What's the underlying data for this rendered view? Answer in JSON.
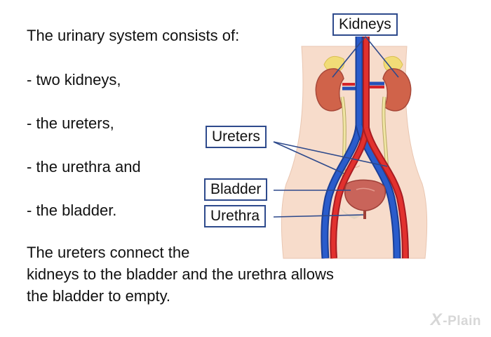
{
  "intro": "The urinary system consists of:",
  "items": [
    "- two kidneys,",
    "- the ureters,",
    "- the urethra and",
    "- the bladder."
  ],
  "paragraph_lines": [
    "The ureters connect the",
    "kidneys to the bladder and the urethra allows",
    "the bladder to empty."
  ],
  "labels": {
    "kidneys": "Kidneys",
    "ureters": "Ureters",
    "bladder": "Bladder",
    "urethra": "Urethra"
  },
  "logo": {
    "mark": "X",
    "text": "-Plain"
  },
  "colors": {
    "skin": "#f7dccb",
    "kidney": "#d0634a",
    "artery": "#d4242a",
    "vein": "#2550b8",
    "ureter": "#f0e6a4",
    "adrenal": "#f1dc77",
    "bladder": "#c9645a",
    "label_border": "#2e4a8c"
  }
}
